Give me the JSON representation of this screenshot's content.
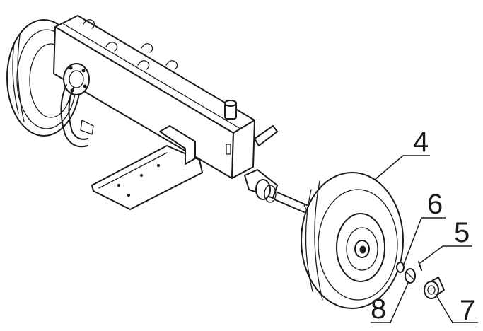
{
  "callouts": [
    {
      "id": "4",
      "label": "4"
    },
    {
      "id": "5",
      "label": "5"
    },
    {
      "id": "6",
      "label": "6"
    },
    {
      "id": "7",
      "label": "7"
    },
    {
      "id": "8",
      "label": "8"
    }
  ]
}
